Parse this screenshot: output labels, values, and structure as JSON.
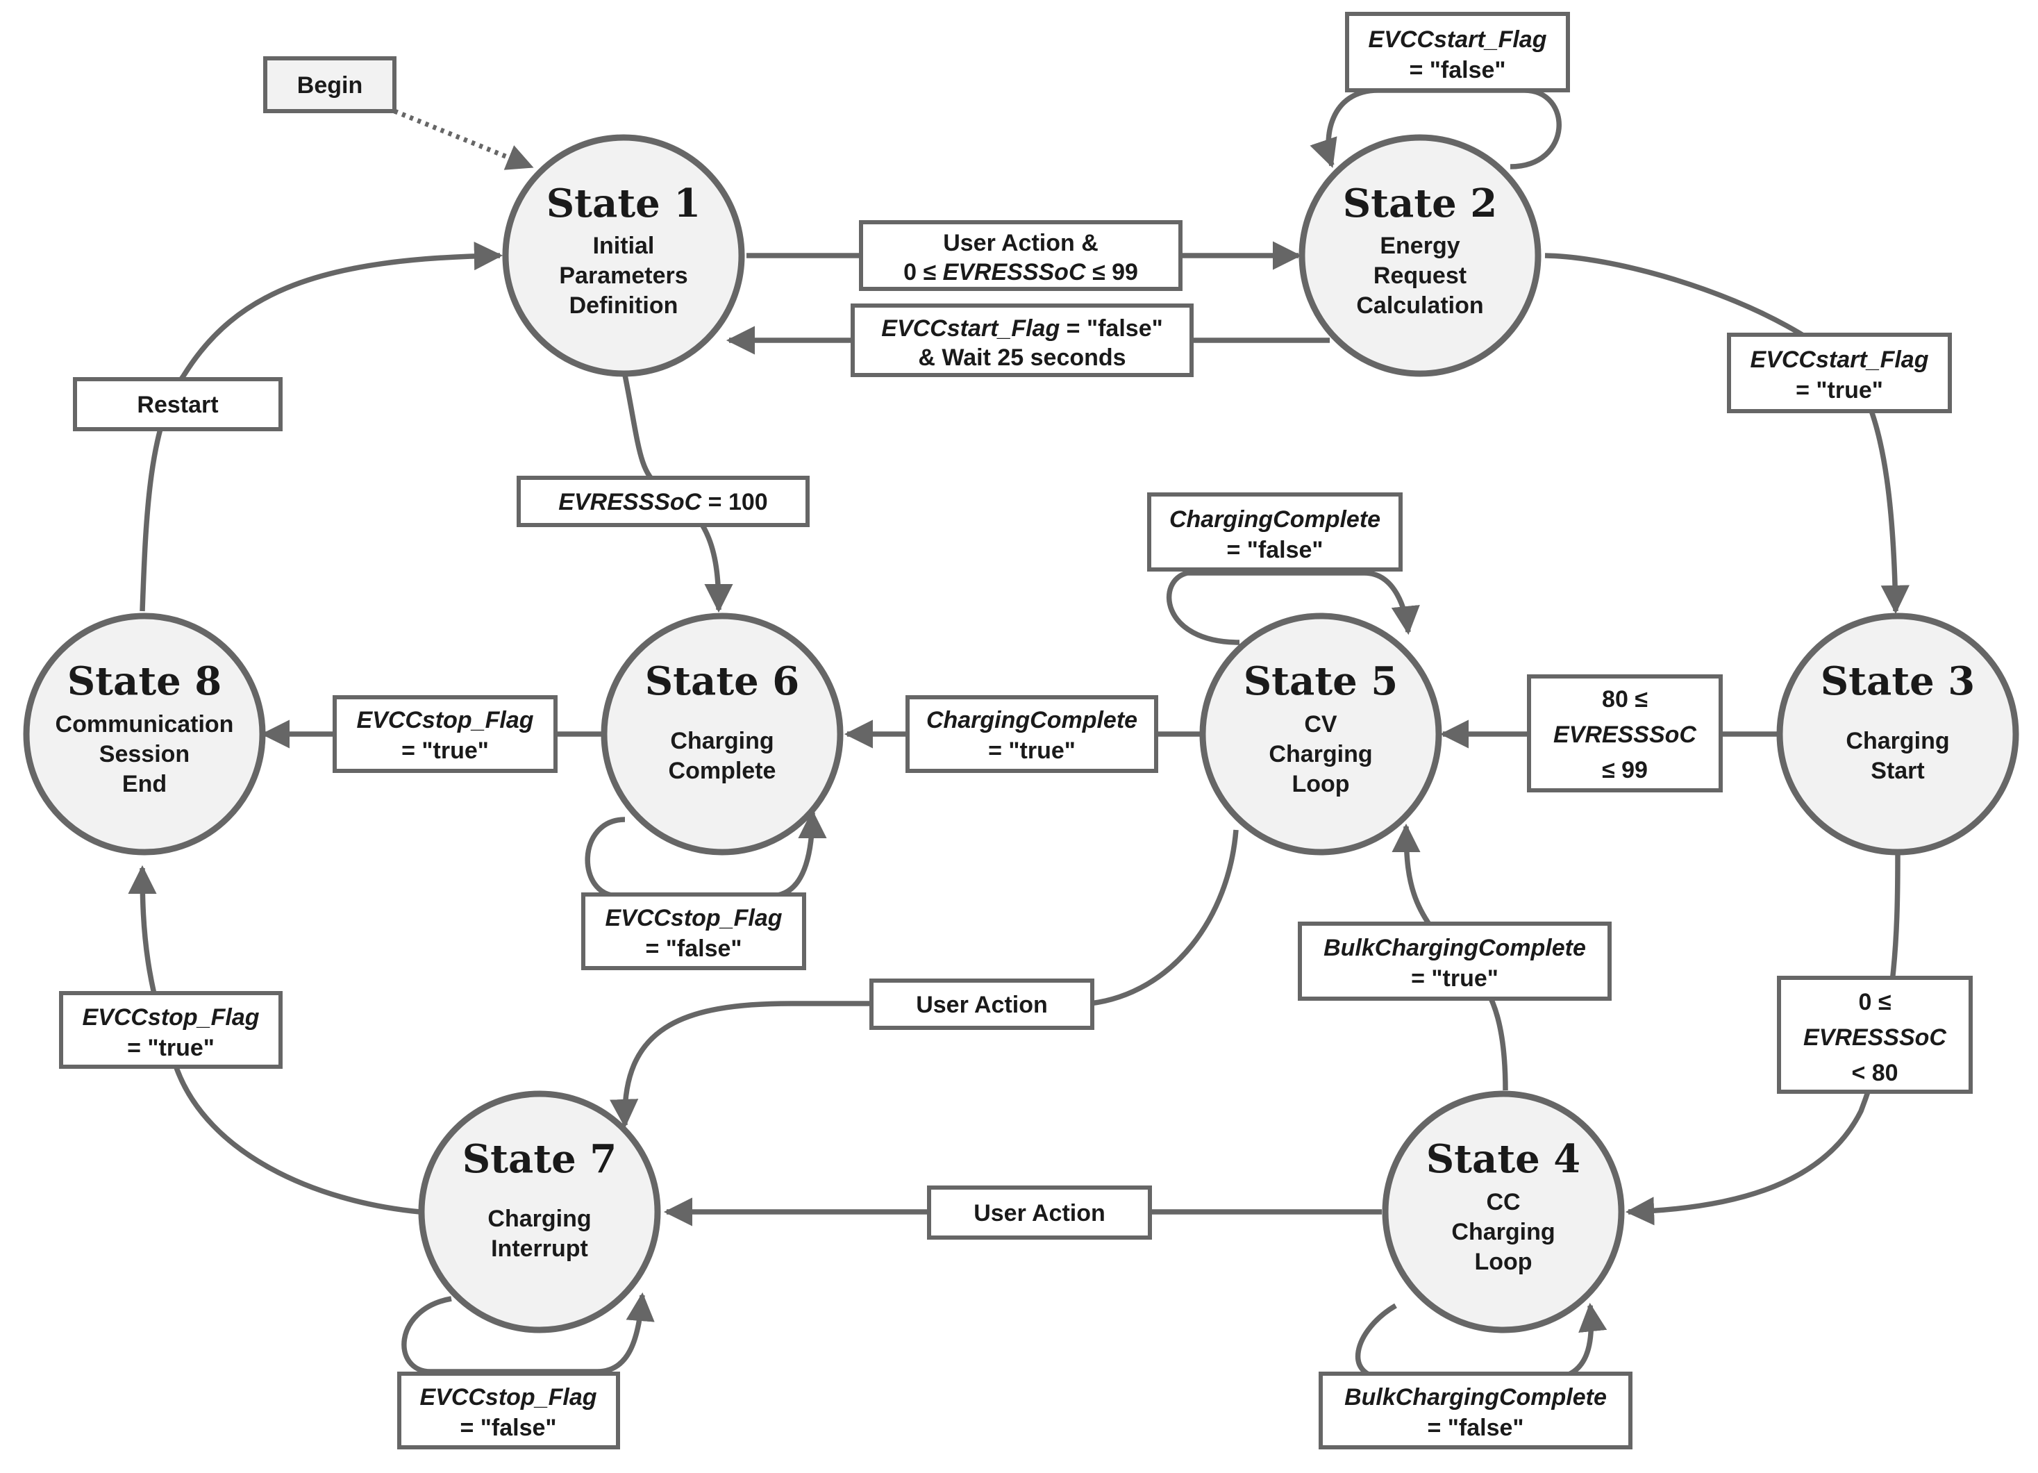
{
  "begin": {
    "label": "Begin"
  },
  "states": {
    "s1": {
      "title": "State 1",
      "lines": [
        "Initial",
        "Parameters",
        "Definition"
      ]
    },
    "s2": {
      "title": "State 2",
      "lines": [
        "Energy",
        "Request",
        "Calculation"
      ]
    },
    "s3": {
      "title": "State 3",
      "lines": [
        "Charging",
        "Start"
      ]
    },
    "s4": {
      "title": "State 4",
      "lines": [
        "CC",
        "Charging",
        "Loop"
      ]
    },
    "s5": {
      "title": "State 5",
      "lines": [
        "CV",
        "Charging",
        "Loop"
      ]
    },
    "s6": {
      "title": "State 6",
      "lines": [
        "Charging",
        "Complete"
      ]
    },
    "s7": {
      "title": "State 7",
      "lines": [
        "Charging",
        "Interrupt"
      ]
    },
    "s8": {
      "title": "State 8",
      "lines": [
        "Communication",
        "Session",
        "End"
      ]
    }
  },
  "transitions": {
    "s1_to_s2": {
      "line1": "User Action &",
      "line2_pre": "0 ≤ ",
      "line2_var": "EVRESSSoC",
      "line2_post": " ≤ 99"
    },
    "s2_to_s1": {
      "line1_var": "EVCCstart_Flag",
      "line1_post": " = \"false\"",
      "line2": "& Wait 25 seconds"
    },
    "s2_self": {
      "var": "EVCCstart_Flag",
      "value": "= \"false\""
    },
    "s2_to_s3": {
      "var": "EVCCstart_Flag",
      "value": "= \"true\""
    },
    "s3_to_s5": {
      "line1": "80 ≤",
      "var": "EVRESSSoC",
      "line3": "≤ 99"
    },
    "s3_to_s4": {
      "line1": "0 ≤",
      "var": "EVRESSSoC",
      "line3": "< 80"
    },
    "s5_self": {
      "var": "ChargingComplete",
      "value": "= \"false\""
    },
    "s5_to_s6": {
      "var": "ChargingComplete",
      "value": "= \"true\""
    },
    "s4_to_s5": {
      "var": "BulkChargingComplete",
      "value": "= \"true\""
    },
    "s4_self": {
      "var": "BulkChargingComplete",
      "value": "= \"false\""
    },
    "s1_to_s6": {
      "var": "EVRESSSoC",
      "value": " = 100"
    },
    "s6_to_s8": {
      "var": "EVCCstop_Flag",
      "value": "= \"true\""
    },
    "s6_self": {
      "var": "EVCCstop_Flag",
      "value": "= \"false\""
    },
    "s5_to_s7": {
      "label": "User Action"
    },
    "s4_to_s7": {
      "label": "User Action"
    },
    "s7_self": {
      "var": "EVCCstop_Flag",
      "value": "= \"false\""
    },
    "s7_to_s8": {
      "var": "EVCCstop_Flag",
      "value": "= \"true\""
    },
    "s8_to_s1": {
      "label": "Restart"
    }
  },
  "colors": {
    "stroke": "#666666",
    "node_fill": "#f2f2f2",
    "text": "#1a1a1a"
  }
}
